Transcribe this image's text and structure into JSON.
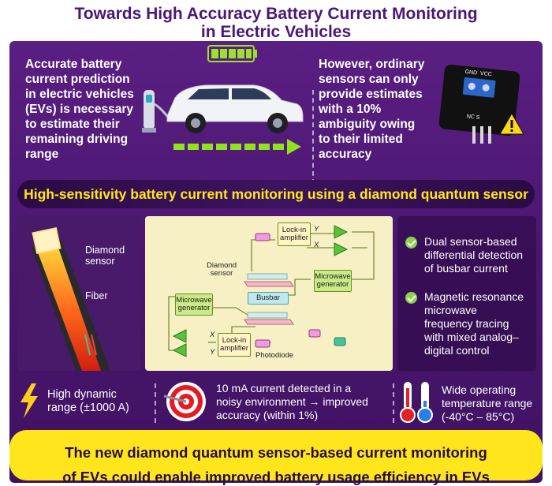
{
  "title": {
    "line1": "Towards High Accuracy Battery Current Monitoring",
    "line2": "in Electric Vehicles"
  },
  "top": {
    "left_text": [
      "Accurate battery",
      "current prediction",
      "in electric vehicles",
      "(EVs) is necessary",
      "to estimate their",
      "remaining driving",
      "range"
    ],
    "right_text": [
      "However, ordinary",
      "sensors can only",
      "provide estimates",
      "with a 10%",
      "ambiguity owing",
      "to their limited",
      "accuracy"
    ],
    "sensor_pins": [
      "GND",
      "VCC"
    ],
    "sensor_bottom_label": "NC S"
  },
  "headline": "High-sensitivity battery current monitoring using a diamond quantum sensor",
  "fiber_panel": {
    "diamond_label": [
      "Diamond",
      "sensor"
    ],
    "fiber_label": "Fiber"
  },
  "diagram": {
    "lockin_top": [
      "Lock-in",
      "amplifier"
    ],
    "lockin_bottom": [
      "Lock-in",
      "amplifier"
    ],
    "microwave_right": [
      "Microwave",
      "generator"
    ],
    "microwave_left": [
      "Microwave",
      "generator"
    ],
    "busbar": "Busbar",
    "diamond_sensor": [
      "Diamond",
      "sensor"
    ],
    "photodiode": "Photodiode",
    "x": "X",
    "y": "Y"
  },
  "features": [
    [
      "Dual sensor-based",
      "differential detection",
      "of busbar current"
    ],
    [
      "Magnetic resonance",
      "microwave",
      "frequency tracing",
      "with mixed analog–",
      "digital control"
    ]
  ],
  "stats": {
    "dynamic": [
      "High dynamic",
      "range (±1000 A)"
    ],
    "current": [
      "10 mA current detected in a",
      "noisy environment → improved",
      "accuracy (within 1%)"
    ],
    "temperature": [
      "Wide operating",
      "temperature range",
      "(-40°C – 85°C)"
    ]
  },
  "bottom": [
    "The new diamond quantum sensor-based current monitoring",
    "of EVs could enable improved battery usage efficiency in EVs"
  ],
  "colors": {
    "panel": "#4a1670",
    "headline_text": "#ffe817",
    "bottom_band": "#ffe51c",
    "title": "#4b1677",
    "arrow_green": "#8fe31c"
  },
  "icons": [
    "lightning-icon",
    "target-icon",
    "thermometer-icon",
    "check-icon",
    "warning-icon",
    "car-icon",
    "charger-icon",
    "battery-icon"
  ]
}
